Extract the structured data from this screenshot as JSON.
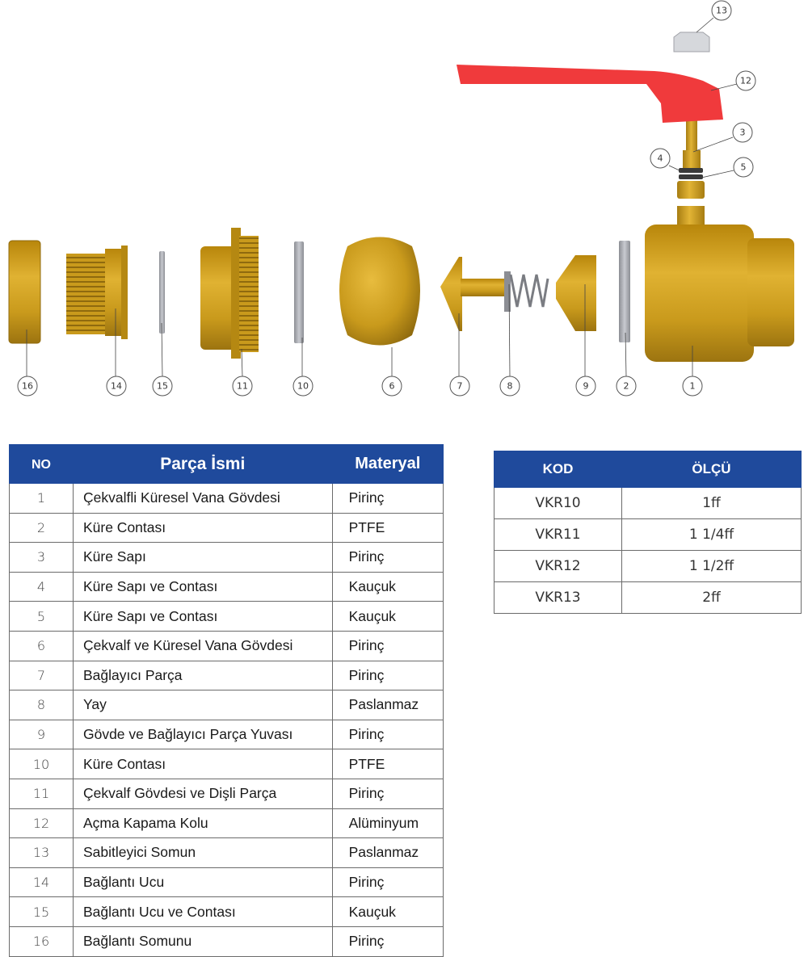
{
  "colors": {
    "header_bg": "#1f4a9c",
    "brass": "#c99a1c",
    "handle_red": "#f03a3c",
    "gasket_gray": "#a8aab0"
  },
  "callouts": [
    "1",
    "2",
    "3",
    "4",
    "5",
    "6",
    "7",
    "8",
    "9",
    "10",
    "11",
    "12",
    "13",
    "14",
    "15",
    "16"
  ],
  "parts_table": {
    "headers": {
      "no": "NO",
      "name": "Parça İsmi",
      "material": "Materyal"
    },
    "rows": [
      {
        "no": "1",
        "name": "Çekvalfli Küresel Vana Gövdesi",
        "material": "Pirinç"
      },
      {
        "no": "2",
        "name": "Küre Contası",
        "material": "PTFE"
      },
      {
        "no": "3",
        "name": "Küre Sapı",
        "material": "Pirinç"
      },
      {
        "no": "4",
        "name": "Küre Sapı ve Contası",
        "material": "Kauçuk"
      },
      {
        "no": "5",
        "name": "Küre Sapı ve Contası",
        "material": "Kauçuk"
      },
      {
        "no": "6",
        "name": "Çekvalf ve Küresel Vana Gövdesi",
        "material": "Pirinç"
      },
      {
        "no": "7",
        "name": "Bağlayıcı Parça",
        "material": "Pirinç"
      },
      {
        "no": "8",
        "name": "Yay",
        "material": "Paslanmaz"
      },
      {
        "no": "9",
        "name": "Gövde ve Bağlayıcı Parça Yuvası",
        "material": "Pirinç"
      },
      {
        "no": "10",
        "name": "Küre Contası",
        "material": "PTFE"
      },
      {
        "no": "11",
        "name": "Çekvalf Gövdesi ve Dişli Parça",
        "material": "Pirinç"
      },
      {
        "no": "12",
        "name": "Açma Kapama Kolu",
        "material": "Alüminyum"
      },
      {
        "no": "13",
        "name": "Sabitleyici Somun",
        "material": "Paslanmaz"
      },
      {
        "no": "14",
        "name": "Bağlantı Ucu",
        "material": "Pirinç"
      },
      {
        "no": "15",
        "name": "Bağlantı Ucu ve Contası",
        "material": "Kauçuk"
      },
      {
        "no": "16",
        "name": "Bağlantı Somunu",
        "material": "Pirinç"
      }
    ]
  },
  "code_table": {
    "headers": {
      "kod": "KOD",
      "size": "ÖLÇÜ"
    },
    "rows": [
      {
        "kod": "VKR10",
        "size": "1ff"
      },
      {
        "kod": "VKR11",
        "size": "1 1/4ff"
      },
      {
        "kod": "VKR12",
        "size": "1 1/2ff"
      },
      {
        "kod": "VKR13",
        "size": "2ff"
      }
    ]
  }
}
